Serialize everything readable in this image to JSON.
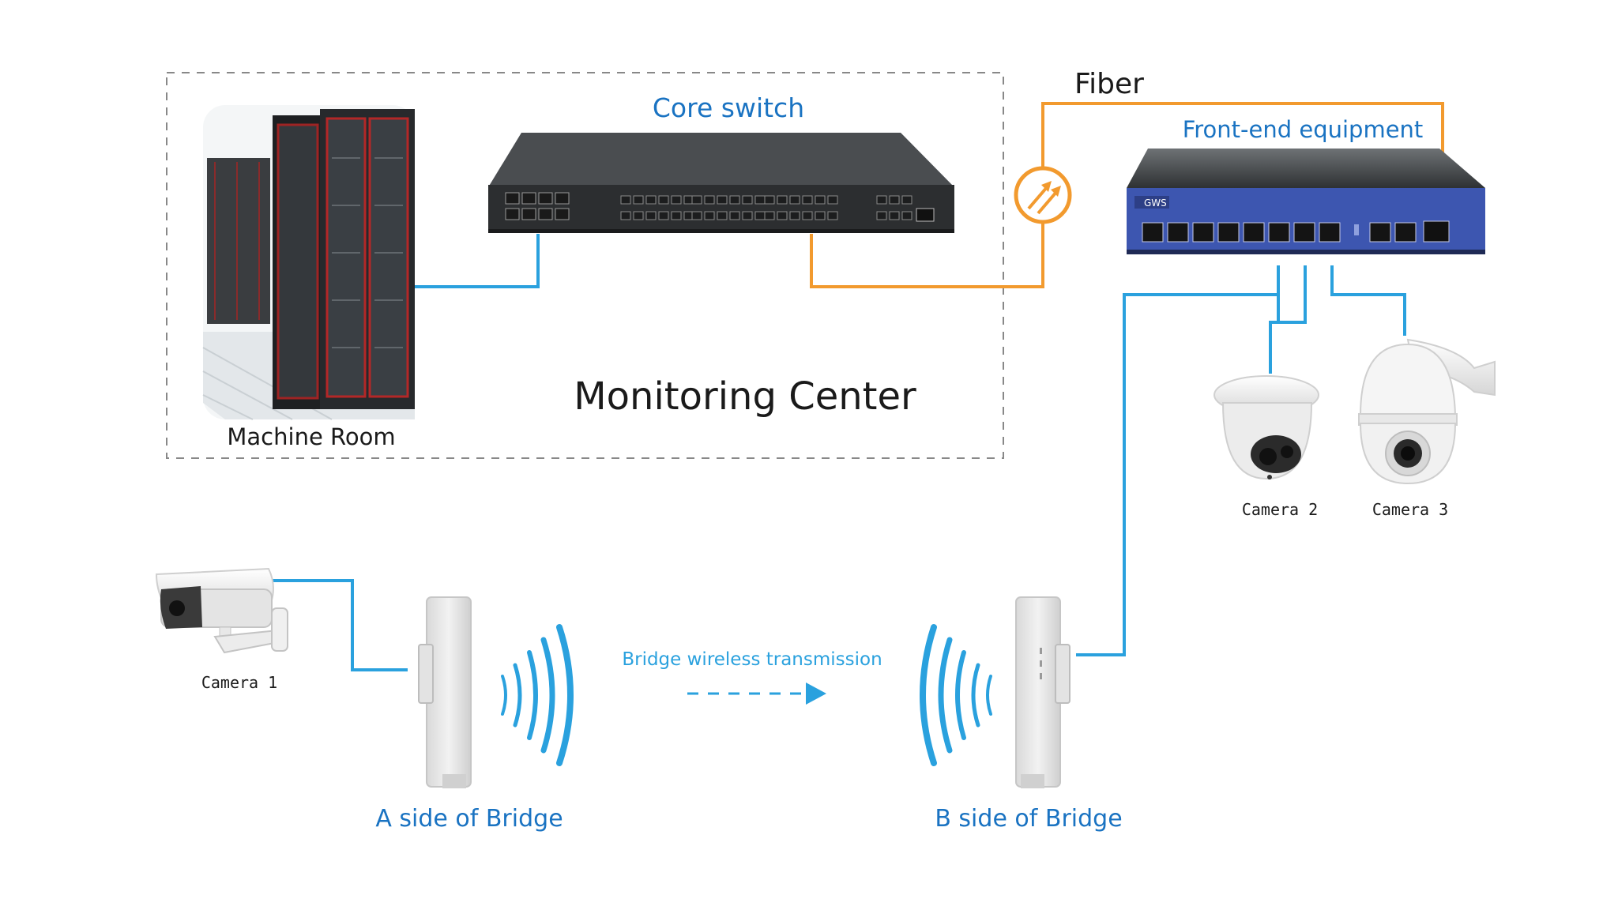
{
  "labels": {
    "core_switch": "Core switch",
    "fiber": "Fiber",
    "front_end_equipment": "Front-end equipment",
    "monitoring_center": "Monitoring Center",
    "machine_room": "Machine Room",
    "camera_1": "Camera 1",
    "camera_2": "Camera 2",
    "camera_3": "Camera 3",
    "bridge_wireless": "Bridge wireless transmission",
    "a_side_bridge": "A side of Bridge",
    "b_side_bridge": "B side of Bridge"
  },
  "device_text": {
    "gws_logo": "GWS"
  },
  "colors": {
    "ethernet_line": "#2aa1de",
    "fiber_line": "#f29a2e",
    "label_blue": "#1a73c2",
    "switch_body": "#2f3133",
    "poe_panel": "#3d56b0",
    "dashed_box": "#888888"
  },
  "icons": {
    "machine_room": "server-rack-icon",
    "core_switch": "network-switch-icon",
    "fiber_converter": "fiber-converter-icon",
    "front_end_switch": "poe-switch-icon",
    "camera_1": "bullet-camera-icon",
    "camera_2": "dome-camera-icon",
    "camera_3": "ptz-camera-icon",
    "bridge_a": "wireless-bridge-icon",
    "bridge_b": "wireless-bridge-icon"
  }
}
